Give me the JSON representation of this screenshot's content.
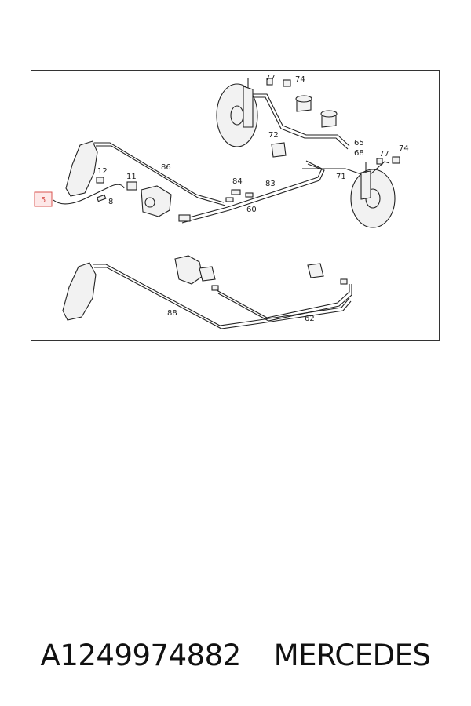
{
  "diagram": {
    "labels": [
      "77",
      "74",
      "72",
      "65",
      "68",
      "77",
      "74",
      "71",
      "86",
      "12",
      "11",
      "84",
      "83",
      "60",
      "8",
      "88",
      "62"
    ],
    "highlight": "5",
    "highlight_color": "#d9534f"
  },
  "footer": {
    "part_number": "A1249974882",
    "brand": "MERCEDES"
  }
}
